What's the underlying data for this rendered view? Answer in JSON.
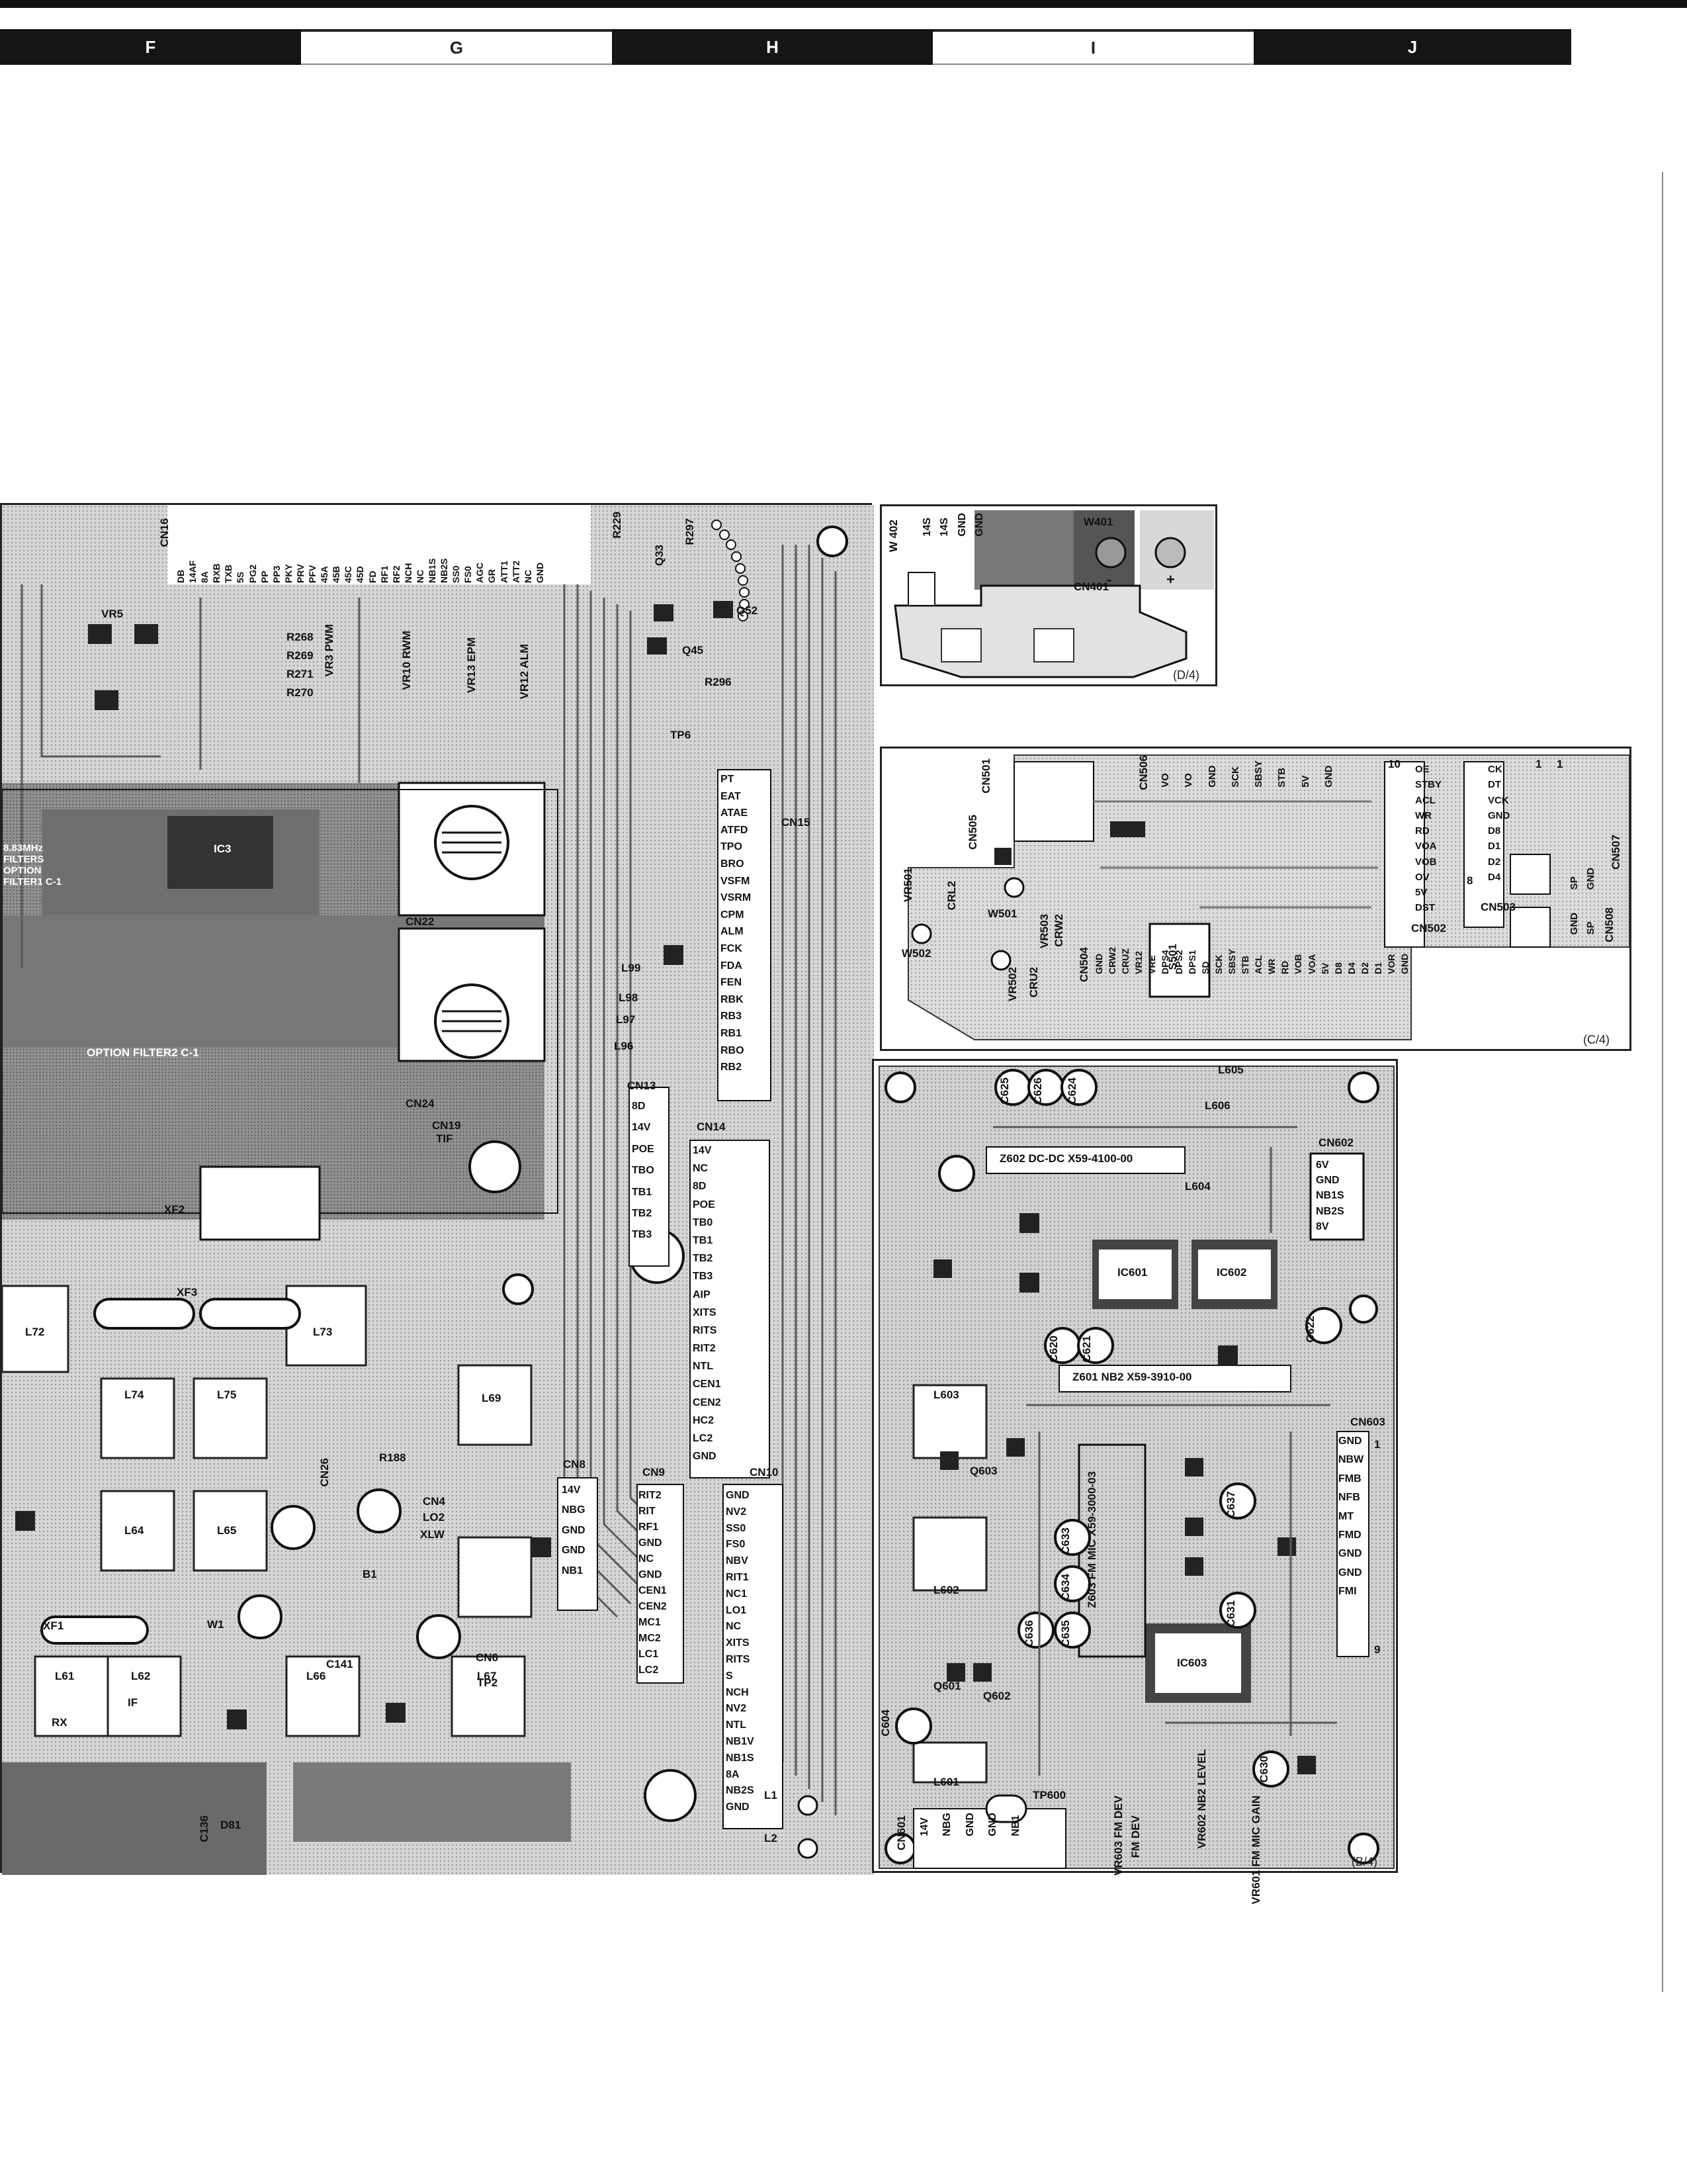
{
  "grid": {
    "columns": [
      "F",
      "G",
      "H",
      "I",
      "J"
    ]
  },
  "main_board": {
    "labels": {
      "cn16": "CN16",
      "cn22": "CN22",
      "cn24": "CN24",
      "cn13": "CN13",
      "cn14": "CN14",
      "cn15": "CN15",
      "cn9": "CN9",
      "cn8": "CN8",
      "cn10": "CN10",
      "cn4": "CN4",
      "cn6": "CN6",
      "cn26": "CN26",
      "cn19": "CN19",
      "ic3": "IC3",
      "xf1": "XF1",
      "xf2": "XF2",
      "xf3": "XF3",
      "option_filter1": "8.83MHz FILTERS\nOPTION FILTER1 C-1",
      "option_filter2": "OPTION FILTER2 C-1",
      "l61": "L61",
      "l62": "L62",
      "l64": "L64",
      "l65": "L65",
      "l66": "L66",
      "l67": "L67",
      "l69": "L69",
      "l72": "L72",
      "l73": "L73",
      "l74": "L74",
      "l75": "L75",
      "l96": "L96",
      "l97": "L97",
      "l98": "L98",
      "l99": "L99",
      "l1": "L1",
      "l2": "L2",
      "tp2": "TP2",
      "tp6": "TP6",
      "w1": "W1",
      "b1": "B1",
      "rx": "RX",
      "if": "IF",
      "vr5": "VR5",
      "vr10": "VR10 RWM",
      "vr12": "VR12 ALM",
      "vr13": "VR13 EPM",
      "vr3": "VR3 PWM",
      "q33": "Q33",
      "q45": "Q45",
      "q52": "Q52",
      "r268": "R268",
      "r269": "R269",
      "r270": "R270",
      "r271": "R271",
      "r296": "R296",
      "r297": "R297",
      "r229": "R229",
      "r188": "R188",
      "d81": "D81",
      "c136": "C136",
      "c141": "C141",
      "tif": "TIF",
      "xlw": "XLW",
      "lo2": "LO2"
    },
    "cn15_pins": [
      "PT",
      "EAT",
      "ATAE",
      "ATFD",
      "TPO",
      "BRO",
      "VSFM",
      "VSRM",
      "CPM",
      "ALM",
      "FCK",
      "FDA",
      "FEN",
      "RBK",
      "RB3",
      "RB1",
      "RBO",
      "RB2"
    ],
    "cn16_pins": [
      "DB",
      "14AF",
      "8A",
      "RXB",
      "TXB",
      "5S",
      "PG2",
      "PP",
      "PP3",
      "PKY",
      "PRV",
      "PFV",
      "45A",
      "45B",
      "45C",
      "45D",
      "FD",
      "RF1",
      "RF2",
      "NCH",
      "NC",
      "NB1S",
      "NB2S",
      "SS0",
      "FS0",
      "AGC",
      "GR",
      "ATT1",
      "ATT2",
      "NC",
      "GND"
    ],
    "cn13_pins": [
      "8D",
      "14V",
      "POE",
      "TBO",
      "TB1",
      "TB2",
      "TB3"
    ],
    "cn14_pins": [
      "14V",
      "NC",
      "8D",
      "POE",
      "TB0",
      "TB1",
      "TB2",
      "TB3",
      "AIP",
      "XITS",
      "RITS",
      "RIT2",
      "NTL",
      "CEN1",
      "CEN2",
      "HC2",
      "LC2",
      "GND"
    ],
    "cn9_pins": [
      "RIT2",
      "RIT",
      "RF1",
      "GND",
      "NC",
      "GND",
      "CEN1",
      "CEN2",
      "MC1",
      "MC2",
      "LC1",
      "LC2"
    ],
    "cn10_pins": [
      "GND",
      "NV2",
      "SS0",
      "FS0",
      "NBV",
      "RIT1",
      "NC1",
      "LO1",
      "NC",
      "XITS",
      "RITS",
      "S",
      "NCH",
      "NV2",
      "NTL",
      "NB1V",
      "NB1S",
      "8A",
      "NB2S",
      "GND"
    ],
    "cn8_pins": [
      "14V",
      "NBG",
      "GND",
      "GND",
      "NB1"
    ]
  },
  "board_d4": {
    "tag": "(D/4)",
    "labels": {
      "w402": "W 402",
      "w401": "W401",
      "cn401": "CN401"
    },
    "pins": [
      "14S",
      "14S",
      "GND",
      "GND"
    ],
    "polarity": [
      "-",
      "+"
    ]
  },
  "board_c4": {
    "tag": "(C/4)",
    "labels": {
      "cn501": "CN501",
      "cn505": "CN505",
      "cn506": "CN506",
      "cn502": "CN502",
      "cn503": "CN503",
      "cn504": "CN504",
      "cn507": "CN507",
      "cn508": "CN508",
      "s501": "S501",
      "vr501": "VR501",
      "vr502": "VR502",
      "vr503": "VR503",
      "w501": "W501",
      "w502": "W502",
      "crw2": "CRW2",
      "cru2": "CRU2",
      "crl2": "CRL2"
    },
    "cn502_pins": [
      "OE",
      "STBY",
      "ACL",
      "WR",
      "RD",
      "VOA",
      "VOB",
      "OV",
      "5V",
      "DST"
    ],
    "cn503_pins": [
      "CK",
      "DT",
      "VCK",
      "GND",
      "D8",
      "D1",
      "D2",
      "D4"
    ],
    "cn506_pins": [
      "VO",
      "VO",
      "GND",
      "SCK",
      "SBSY",
      "STB",
      "5V",
      "GND"
    ],
    "cn504_pins": [
      "GND",
      "CRW2",
      "CRUZ",
      "VR12",
      "VRE",
      "DPS4",
      "DPS2",
      "DPS1",
      "SD",
      "SCK",
      "SBSY",
      "STB",
      "ACL",
      "WR",
      "RD",
      "VOB",
      "VOA",
      "5V",
      "D8",
      "D4",
      "D2",
      "D1",
      "VOR",
      "GND"
    ],
    "cn507_pins": [
      "SP",
      "GND"
    ],
    "cn508_pins": [
      "GND",
      "SP"
    ],
    "pin_numbers": [
      "10",
      "1",
      "8",
      "1"
    ]
  },
  "board_b4": {
    "tag": "(B/4)",
    "labels": {
      "z602": "Z602 DC-DC X59-4100-00",
      "z601": "Z601 NB2 X59-3910-00",
      "z603": "Z603 FM MIC X59-3000-03",
      "ic601": "IC601",
      "ic602": "IC602",
      "ic603": "IC603",
      "cn601": "CN601",
      "cn602": "CN602",
      "cn603": "CN603",
      "l601": "L601",
      "l602": "L602",
      "l603": "L603",
      "l604": "L604",
      "l605": "L605",
      "l606": "L606",
      "tp600": "TP600",
      "q601": "Q601",
      "q602": "Q602",
      "q603": "Q603",
      "vr601": "VR601 FM MIC GAIN",
      "vr602": "VR602 NB2 LEVEL",
      "vr603": "VR603 FM DEV",
      "fm_dev": "FM DEV",
      "c604": "C604",
      "c620": "C620",
      "c621": "C621",
      "c622": "C622",
      "c624": "C624",
      "c625": "C625",
      "c626": "C626",
      "c630": "C630",
      "c631": "C631",
      "c633": "C633",
      "c634": "C634",
      "c635": "C635",
      "c636": "C636",
      "c637": "C637"
    },
    "cn602_pins": [
      "6V",
      "GND",
      "NB1S",
      "NB2S",
      "8V"
    ],
    "cn603_pins": [
      "GND",
      "NBW",
      "FMB",
      "NFB",
      "MT",
      "FMD",
      "GND",
      "GND",
      "FMI"
    ],
    "cn603_numbers": [
      "1",
      "9"
    ],
    "cn601_pins": [
      "14V",
      "NBG",
      "GND",
      "GND",
      "NB1"
    ]
  }
}
